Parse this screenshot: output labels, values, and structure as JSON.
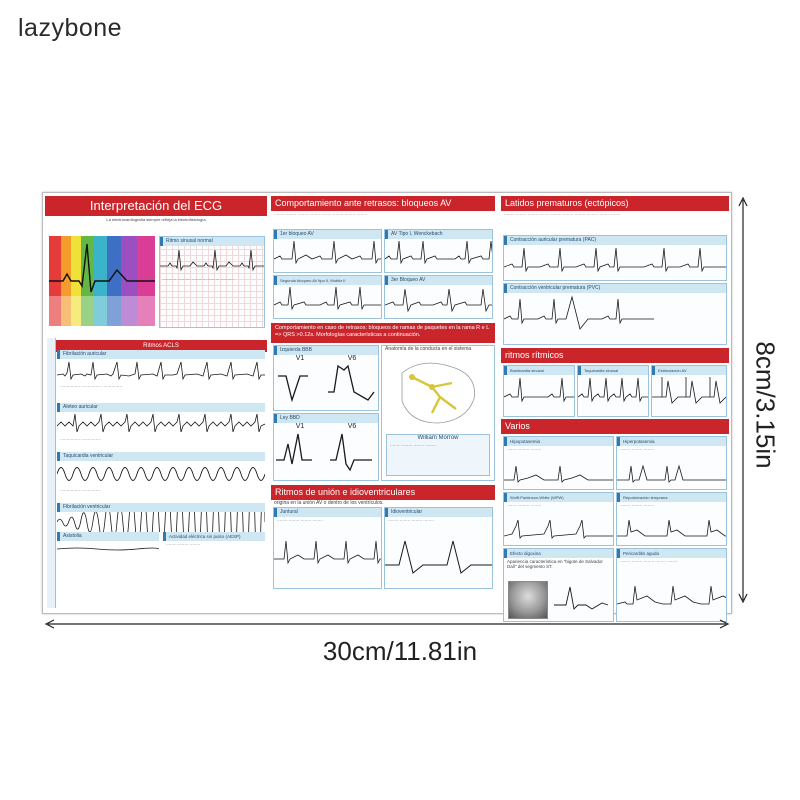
{
  "brand": "lazybone",
  "dimensions": {
    "width_label": "30cm/11.81in",
    "height_label": "8cm/3.15in"
  },
  "poster": {
    "col1": {
      "title": "Interpretación del ECG",
      "subtitle": "La electrocardiografía siempre refleja la electrofisiología",
      "rhythm_title": "Ritmo sinusal normal",
      "acls_header": "Ritmos ACLS",
      "sections": [
        "Fibrilación auricular",
        "Aleteo auricular",
        "Taquicardia ventricular",
        "Fibrilación ventricular",
        "Asistolia",
        "Actividad eléctrica sin pulso (AESP)"
      ]
    },
    "col2": {
      "header1": "Comportamiento ante retrasos: bloqueos AV",
      "subs1": [
        "1er bloqueo AV",
        "AV Tipo I, Wenckebach",
        "Segundo bloqueo AV tipo II, Mobitz II",
        "3er Bloqueo AV"
      ],
      "header2": "Comportamiento en caso de retrasos: bloqueos de ramas de paquetes en la rama R e L => QRS >0.12s. Morfologías características a continuación.",
      "subs2": [
        "Izquierda BBB",
        "Ley BBD",
        "Anatomía de la conducta en el sistema"
      ],
      "leads": [
        "V1",
        "V6",
        "V1",
        "V6"
      ],
      "author": "William Morrow",
      "header3": "Ritmos de unión e idioventriculares",
      "header3_sub": "origina en la unión AV o dentro de los ventrículos.",
      "subs3": [
        "Juntural",
        "Idioventricular"
      ]
    },
    "col3": {
      "header1": "Latidos prematuros (ectópicos)",
      "subs1": [
        "Contracción auricular prematura (PAC)",
        "Contracción ventricular prematura (PVC)"
      ],
      "header2": "ritmos rítmicos",
      "subs2": [
        "Bradicardia sinusal",
        "Taquicardia sinusal",
        "Estimulación AV"
      ],
      "header3": "Varios",
      "subs3": [
        "Hipopotasemia",
        "Hiperpotasemia",
        "Wolff-Parkinson-White (WPW)",
        "Repolarización temprana",
        "Efecto digoxina",
        "Pericarditis aguda"
      ],
      "digoxin_note": "Apariencia característica en \"bigote de Salvador Dalí\" del segmento ST."
    }
  },
  "colors": {
    "header_red": "#c9252b",
    "sub_blue": "#cfe6f3",
    "trace": "#1a1a1a"
  }
}
